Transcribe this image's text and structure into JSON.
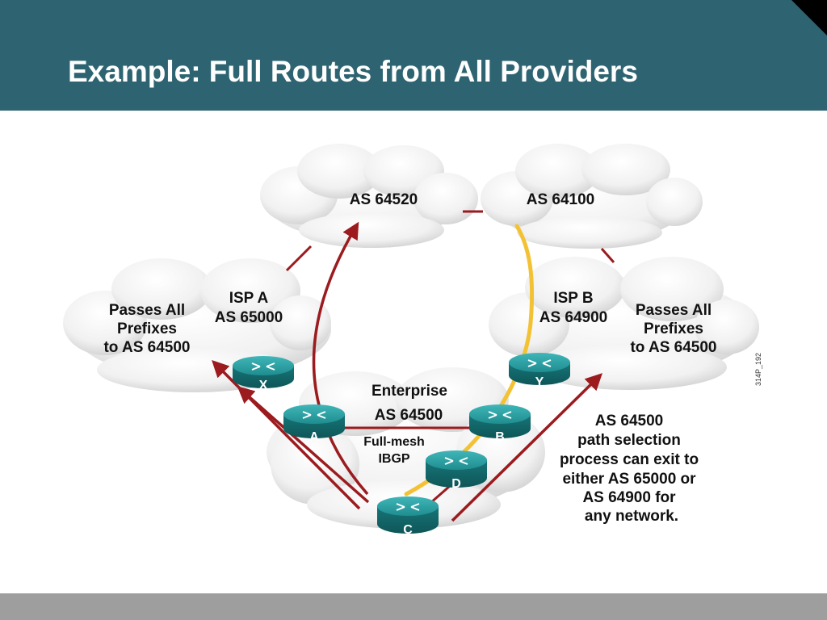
{
  "header": {
    "title": "Example: Full Routes from All Providers"
  },
  "clouds": {
    "as64520": "AS 64520",
    "as64100": "AS 64100",
    "isp_a": {
      "line1": "ISP A",
      "line2": "AS 65000"
    },
    "isp_b": {
      "line1": "ISP B",
      "line2": "AS 64900"
    },
    "enterprise": {
      "line1": "Enterprise",
      "line2": "AS 64500"
    }
  },
  "notes": {
    "left_passes": [
      "Passes All",
      "Prefixes",
      "to AS 64500"
    ],
    "right_passes": [
      "Passes All",
      "Prefixes",
      "to AS 64500"
    ],
    "ibgp": [
      "Full-mesh",
      "IBGP"
    ],
    "path_selection": [
      "AS 64500",
      "path selection",
      "process can exit to",
      "either AS 65000 or",
      "AS 64900 for",
      "any network."
    ]
  },
  "routers": {
    "x": "X",
    "y": "Y",
    "a": "A",
    "b": "B",
    "c": "C",
    "d": "D"
  },
  "figure_id": "314P_192",
  "colors": {
    "header": "#2e6472",
    "footer": "#9e9e9e",
    "arrow": "#9b1b1f",
    "highlight": "#f3c234",
    "router": "#1e8a8c"
  }
}
